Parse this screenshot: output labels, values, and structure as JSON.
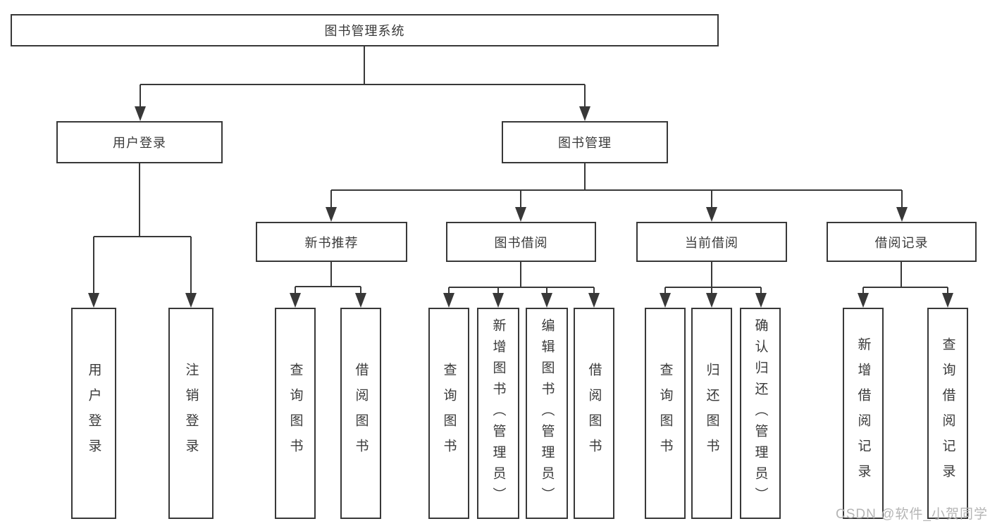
{
  "diagram": {
    "root": {
      "label": "图书管理系统"
    },
    "branches": [
      {
        "label": "用户登录",
        "children": [
          {
            "label": "用户登录"
          },
          {
            "label": "注销登录"
          }
        ]
      },
      {
        "label": "图书管理",
        "children": [
          {
            "label": "新书推荐",
            "children": [
              {
                "label": "查询图书"
              },
              {
                "label": "借阅图书"
              }
            ]
          },
          {
            "label": "图书借阅",
            "children": [
              {
                "label": "查询图书"
              },
              {
                "label": "新增图书（管理员）"
              },
              {
                "label": "编辑图书（管理员）"
              },
              {
                "label": "借阅图书"
              }
            ]
          },
          {
            "label": "当前借阅",
            "children": [
              {
                "label": "查询图书"
              },
              {
                "label": "归还图书"
              },
              {
                "label": "确认归还（管理员）"
              }
            ]
          },
          {
            "label": "借阅记录",
            "children": [
              {
                "label": "新增借阅记录"
              },
              {
                "label": "查询借阅记录"
              }
            ]
          }
        ]
      }
    ]
  },
  "watermark": {
    "text": "CSDN @软件_小贺同学"
  },
  "colors": {
    "line": "#383838",
    "text": "#3a3a3a",
    "watermark": "#b5b5b5",
    "background": "#ffffff"
  }
}
